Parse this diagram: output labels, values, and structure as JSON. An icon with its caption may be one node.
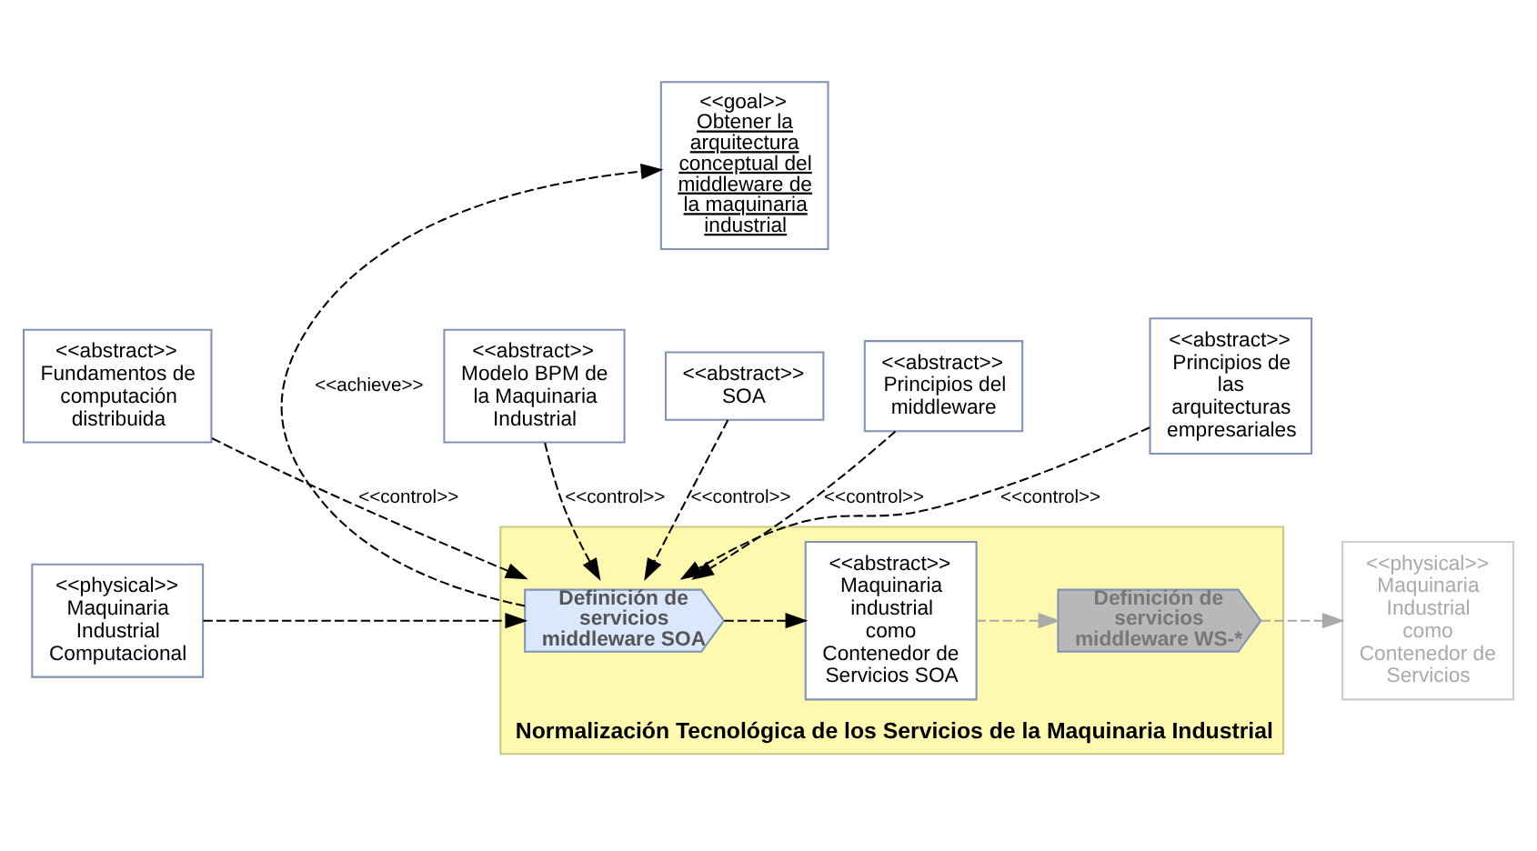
{
  "diagram": {
    "nodes": [
      {
        "text": [
          "<<goal>>",
          "Obtener la arquitectura conceptual del middleware de la maquinaria industrial"
        ]
      },
      {
        "text": [
          "<<abstract>>",
          "Fundamentos de computación distribuida"
        ]
      },
      {
        "text": [
          "<<abstract>>",
          "Principios del middleware"
        ]
      },
      {
        "text": [
          "<<abstract>>",
          "SOA"
        ]
      },
      {
        "text": [
          "<<abstract>>",
          "Modelo BPM de la Maquinaria Industrial"
        ]
      },
      {
        "text": [
          "<<abstract>>",
          "Principios de las arquitecturas empresariales"
        ]
      },
      {
        "text": [
          "Normalización Tecnológica de los Servicios de la Maquinaria Industrial"
        ]
      },
      {
        "text": [
          "<<physical>>",
          "Maquinaria Industrial Computacional"
        ]
      },
      {
        "text": [
          "Definición de servicios middleware SOA"
        ],
        "in": 6
      },
      {
        "text": [
          "<<abstract>>",
          "Maquinaria industrial como Contenedor de Servicios SOA"
        ],
        "in": 6
      },
      {
        "text": [
          "Definición de servicios middleware WS-*"
        ],
        "in": 6
      },
      {
        "text": [
          "<<physical>>",
          "Maquinaria Industrial como Contenedor de Servicios"
        ]
      }
    ],
    "edges": [
      {
        "from": 8,
        "to": 0,
        "arrow": "to",
        "label": "<<achieve>>",
        "style": "dashed"
      },
      {
        "from": 1,
        "to": 8,
        "arrow": "to",
        "label": "<<control>>",
        "style": "dashed"
      },
      {
        "from": 2,
        "to": 8,
        "arrow": "to",
        "label": "<<control>>",
        "style": "dashed"
      },
      {
        "from": 3,
        "to": 8,
        "arrow": "to",
        "label": "<<control>>",
        "style": "dashed"
      },
      {
        "from": 4,
        "to": 8,
        "arrow": "to",
        "label": "<<control>>",
        "style": "dashed"
      },
      {
        "from": 5,
        "to": 8,
        "arrow": "to",
        "label": "<<control>>",
        "style": "dashed"
      },
      {
        "from": 7,
        "to": 8,
        "arrow": "to",
        "style": "dashed"
      },
      {
        "from": 8,
        "to": 9,
        "arrow": "to",
        "style": "dashed"
      },
      {
        "from": 9,
        "to": 10,
        "arrow": "to",
        "style": "dashed",
        "color": "#aaaaaa"
      },
      {
        "from": 10,
        "to": 11,
        "arrow": "to",
        "style": "dashed",
        "color": "#aaaaaa"
      }
    ]
  }
}
